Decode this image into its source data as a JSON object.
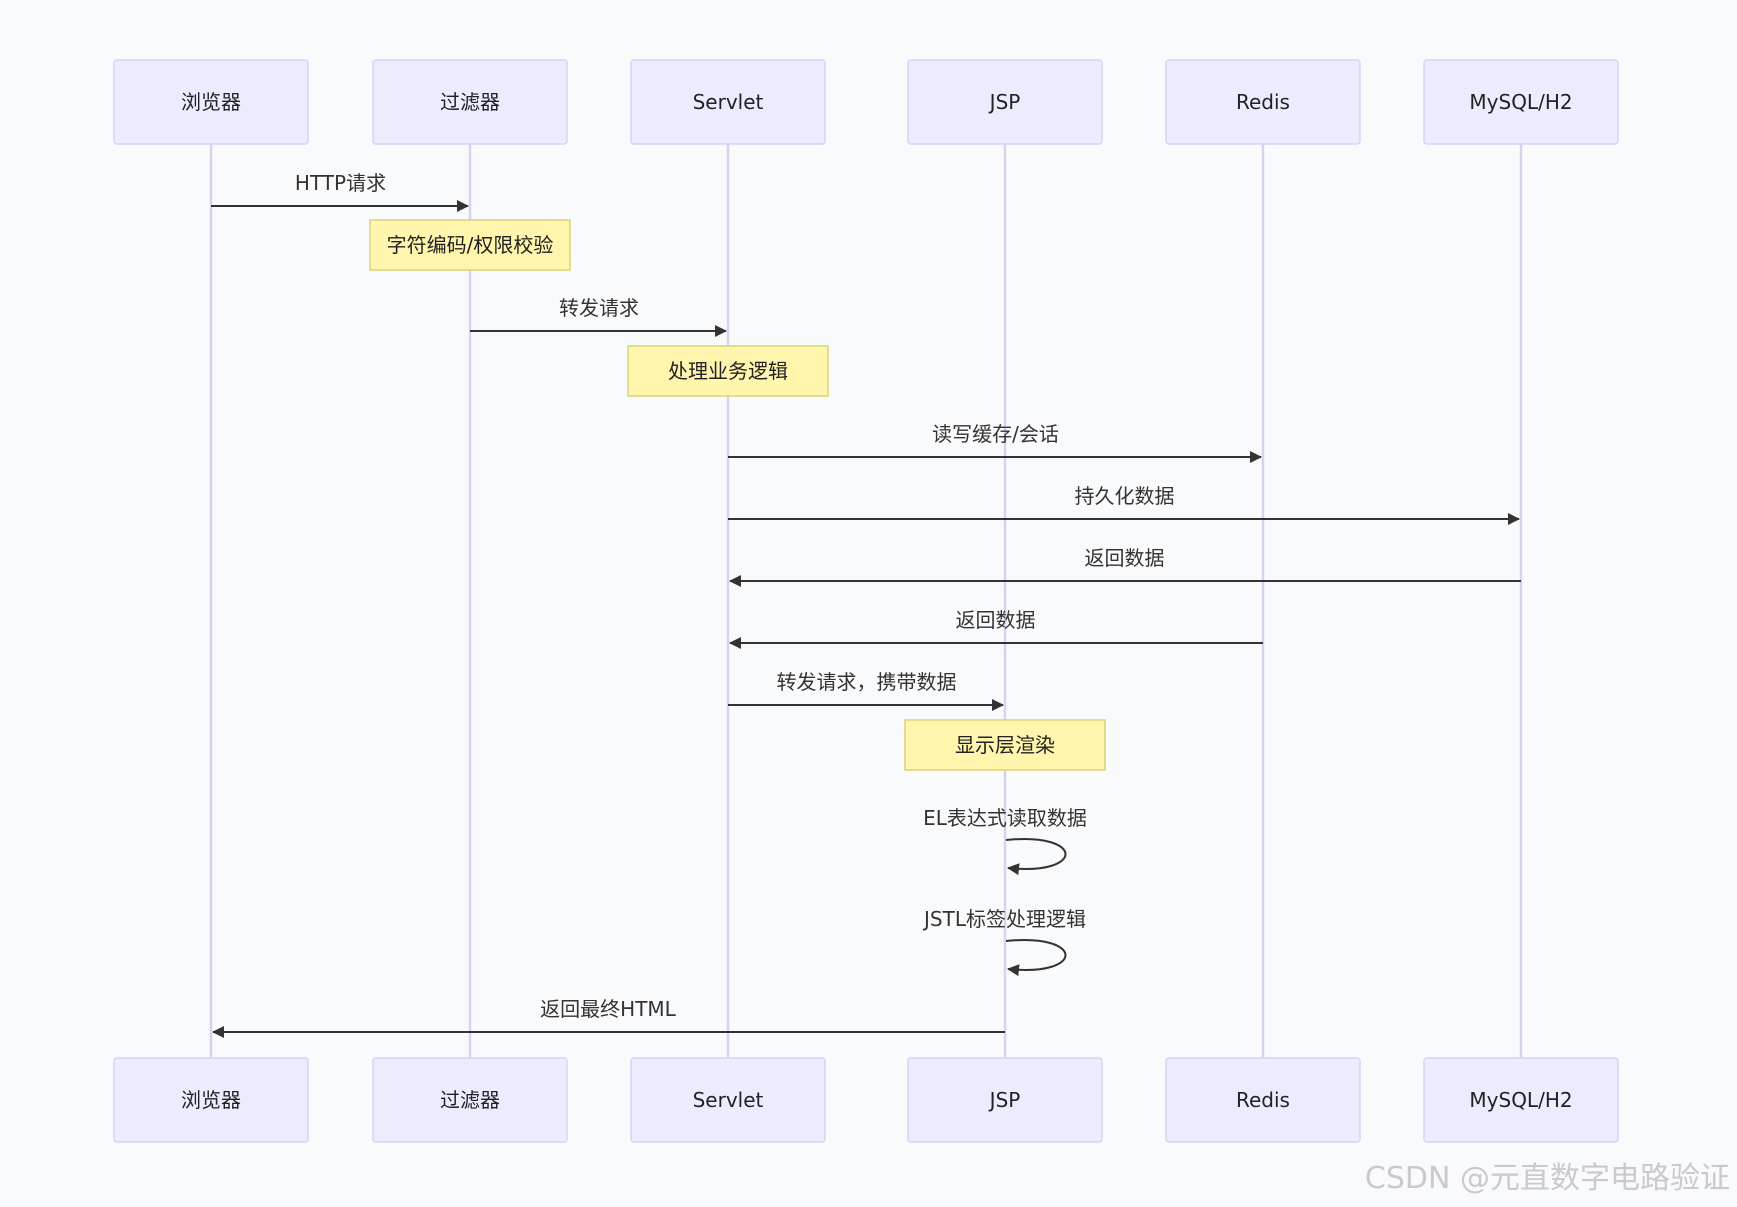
{
  "participants": [
    {
      "id": "browser",
      "label": "浏览器"
    },
    {
      "id": "filter",
      "label": "过滤器"
    },
    {
      "id": "servlet",
      "label": "Servlet"
    },
    {
      "id": "jsp",
      "label": "JSP"
    },
    {
      "id": "redis",
      "label": "Redis"
    },
    {
      "id": "db",
      "label": "MySQL/H2"
    }
  ],
  "steps": [
    {
      "kind": "message",
      "from": "browser",
      "to": "filter",
      "label": "HTTP请求"
    },
    {
      "kind": "note",
      "over": "filter",
      "label": "字符编码/权限校验"
    },
    {
      "kind": "message",
      "from": "filter",
      "to": "servlet",
      "label": "转发请求"
    },
    {
      "kind": "note",
      "over": "servlet",
      "label": "处理业务逻辑"
    },
    {
      "kind": "message",
      "from": "servlet",
      "to": "redis",
      "label": "读写缓存/会话"
    },
    {
      "kind": "message",
      "from": "servlet",
      "to": "db",
      "label": "持久化数据"
    },
    {
      "kind": "message",
      "from": "db",
      "to": "servlet",
      "label": "返回数据"
    },
    {
      "kind": "message",
      "from": "redis",
      "to": "servlet",
      "label": "返回数据"
    },
    {
      "kind": "message",
      "from": "servlet",
      "to": "jsp",
      "label": "转发请求，携带数据"
    },
    {
      "kind": "note",
      "over": "jsp",
      "label": "显示层渲染"
    },
    {
      "kind": "self",
      "on": "jsp",
      "label": "EL表达式读取数据"
    },
    {
      "kind": "self",
      "on": "jsp",
      "label": "JSTL标签处理逻辑"
    },
    {
      "kind": "message",
      "from": "jsp",
      "to": "browser",
      "label": "返回最终HTML"
    }
  ],
  "watermark": "CSDN @元直数字电路验证",
  "colors": {
    "background": "#f9fafc",
    "actor_fill": "#ececff",
    "actor_stroke": "#d6d2f4",
    "lifeline": "#dcd0f0",
    "note_fill": "#fff5ad",
    "note_stroke": "#d7d37a",
    "arrow": "#333333"
  }
}
